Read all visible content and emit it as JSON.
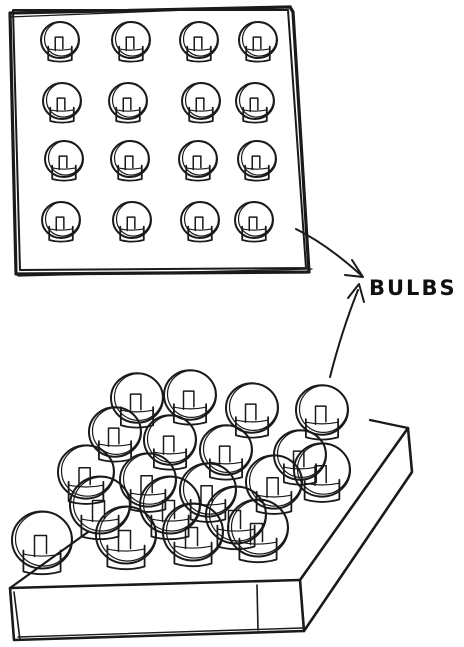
{
  "annotation": {
    "label": "BULBS"
  },
  "top_view": {
    "rows": 4,
    "columns": 4
  },
  "perspective_view": {
    "bulb_count": 20
  },
  "colors": {
    "ink": "#1a1a1a",
    "paper": "#ffffff"
  }
}
